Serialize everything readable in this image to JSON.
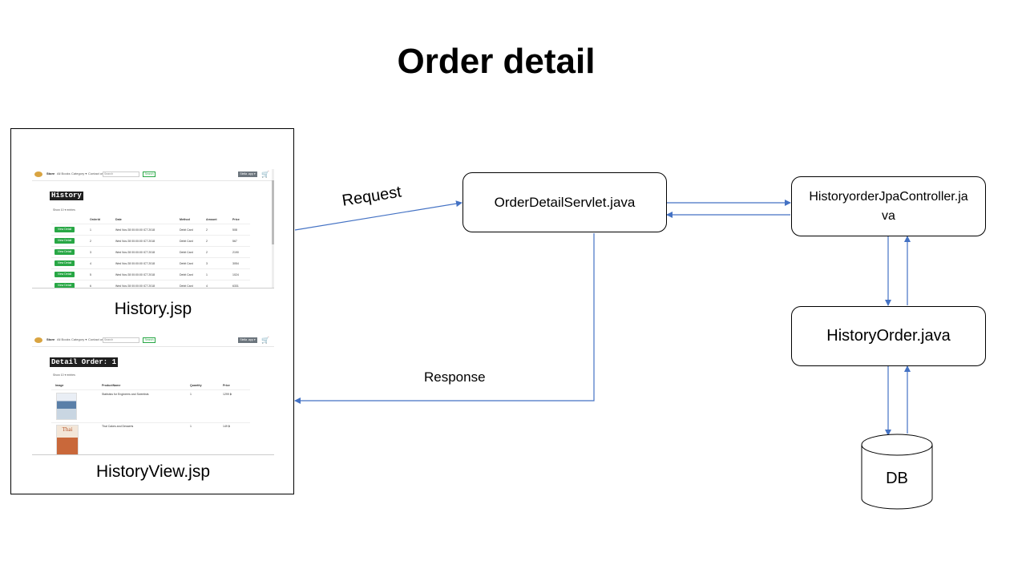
{
  "title": "Order detail",
  "captions": {
    "history": "History.jsp",
    "history_view": "HistoryView.jsp"
  },
  "nodes": {
    "servlet": "OrderDetailServlet.java",
    "controller": "HistoryorderJpaController.ja\nva",
    "entity": "HistoryOrder.java",
    "db": "DB"
  },
  "labels": {
    "request": "Request",
    "response": "Response"
  },
  "history_shot": {
    "nav": {
      "brand": "Store",
      "all_books": "All Books",
      "category": "Category ▾",
      "contact": "Contact us",
      "search_placeholder": "Search",
      "search_button": "Search",
      "user": "Stella .app ▾"
    },
    "heading": "History",
    "show_entries": "Show  10  ▾  entries",
    "columns": [
      "",
      "OrderId",
      "Date",
      "Method",
      "Amount",
      "Price"
    ],
    "view_label": "View Detail",
    "rows": [
      [
        "1",
        "Wed Nov 28 00:00:00 ICT 2018",
        "Debit Card",
        "2",
        "508"
      ],
      [
        "2",
        "Wed Nov 28 00:00:00 ICT 2018",
        "Debit Card",
        "2",
        "567"
      ],
      [
        "3",
        "Wed Nov 28 00:00:00 ICT 2018",
        "Debit Card",
        "2",
        "2190"
      ],
      [
        "4",
        "Wed Nov 28 00:00:00 ICT 2018",
        "Debit Card",
        "3",
        "3054"
      ],
      [
        "5",
        "Wed Nov 28 00:00:00 ICT 2018",
        "Debit Card",
        "1",
        "1024"
      ],
      [
        "6",
        "Wed Nov 28 00:00:00 ICT 2018",
        "Debit Card",
        "4",
        "6331"
      ]
    ]
  },
  "history_view_shot": {
    "heading": "Detail Order: 1",
    "show_entries": "Show  10  ▾  entries",
    "columns": [
      "Image",
      "ProductName",
      "Quantity",
      "Price"
    ],
    "rows": [
      {
        "name": "Statistics for Engineers and Scientists",
        "qty": "1",
        "price": "1299 ฿"
      },
      {
        "name": "Thai Cakes and Desserts",
        "qty": "1",
        "price": "149 ฿"
      }
    ],
    "book2_cover": "Thai"
  },
  "colors": {
    "arrow": "#4472c4",
    "button_green": "#28a745"
  }
}
